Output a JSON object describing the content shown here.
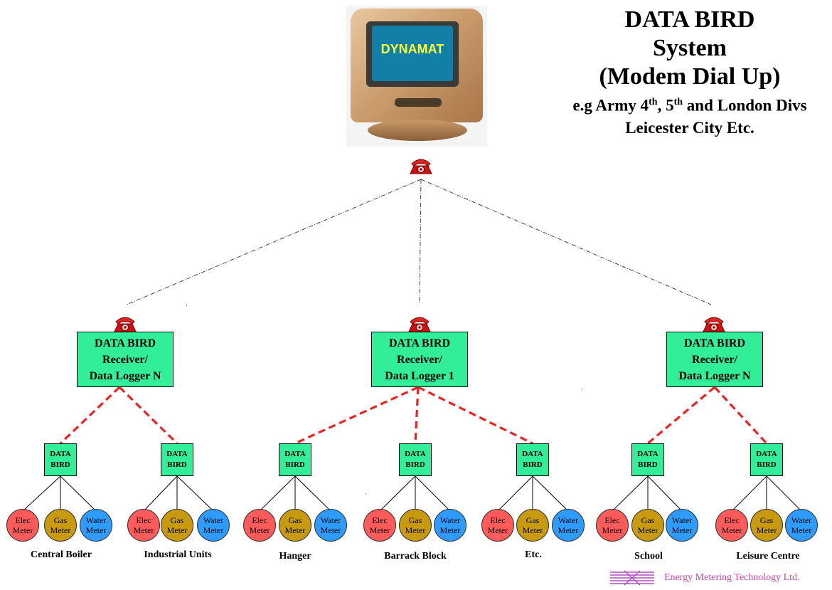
{
  "title": {
    "line1": "DATA BIRD",
    "line2": "System",
    "line3": "(Modem Dial Up)",
    "line4_a": "e.g Army 4",
    "line4_sup1": "th",
    "line4_b": ", 5",
    "line4_sup2": "th",
    "line4_c": " and London Divs",
    "line5": "Leicester City Etc."
  },
  "monitor": {
    "screen_label": "DYNAMAT"
  },
  "receivers": [
    {
      "l1": "DATA BIRD",
      "l2": "Receiver/",
      "l3": "Data Logger N"
    },
    {
      "l1": "DATA BIRD",
      "l2": "Receiver/",
      "l3": "Data Logger 1"
    },
    {
      "l1": "DATA BIRD",
      "l2": "Receiver/",
      "l3": "Data Logger N"
    }
  ],
  "node_label": {
    "l1": "DATA",
    "l2": "BIRD"
  },
  "meters": {
    "elec": {
      "l1": "Elec",
      "l2": "Meter"
    },
    "gas": {
      "l1": "Gas",
      "l2": "Meter"
    },
    "water": {
      "l1": "Water",
      "l2": "Meter"
    }
  },
  "sites": [
    "Central Boiler",
    "Industrial Units",
    "Hanger",
    "Barrack Block",
    "Etc.",
    "School",
    "Leisure Centre"
  ],
  "company": {
    "name": "Energy Metering Technology Ltd."
  },
  "colors": {
    "box_fill": "#33ee99",
    "elec": "#ff5b5b",
    "gas": "#c89a10",
    "water": "#2e9cff",
    "dash_link": "#ee2222",
    "company_text": "#cc44aa"
  }
}
